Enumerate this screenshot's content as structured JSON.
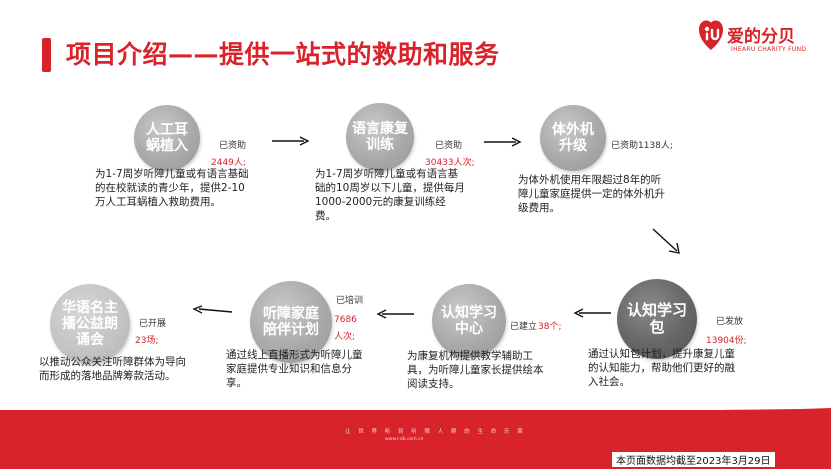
{
  "title": "项目介绍——提供一站式的救助和服务",
  "logo": {
    "name": "爱的分贝",
    "sub": "IHEARU CHARITY FUND"
  },
  "colors": {
    "brand_red": "#d8232a",
    "circle_gray": "#a9a9a9"
  },
  "items": [
    {
      "circle": "人工耳蜗植入",
      "note_label": "已资助",
      "note_value": "2449人;",
      "desc": "为1-7周岁听障儿童或有语言基础的在校就读的青少年，提供2-10万人工耳蜗植入救助费用。"
    },
    {
      "circle": "语言康复训练",
      "note_label": "已资助",
      "note_value": "30433人次;",
      "desc": "为1-7周岁听障儿童或有语言基础的10周岁以下儿童，提供每月1000-2000元的康复训练经费。"
    },
    {
      "circle": "体外机升级",
      "note_label": "已资助1138人;",
      "note_value": "",
      "desc": "为体外机使用年限超过8年的听障儿童家庭提供一定的体外机升级费用。"
    },
    {
      "circle": "认知学习包",
      "note_label": "已发放",
      "note_value": "13904份;",
      "desc": "通过认知包计划，提升康复儿童的认知能力，帮助他们更好的融入社会。"
    },
    {
      "circle": "认知学习中心",
      "note_label": "已建立",
      "note_value": "38个;",
      "desc": "为康复机构提供教学辅助工具，为听障儿童家长提供绘本阅读支持。"
    },
    {
      "circle": "听障家庭陪伴计划",
      "note_label": "已培训",
      "note_value": "7686人次;",
      "desc": "通过线上直播形式为听障儿童家庭提供专业知识和信息分享。"
    },
    {
      "circle": "华语名主播公益朗诵会",
      "note_label": "已开展",
      "note_value": "23场;",
      "desc": "以推动公众关注听障群体为导向而形成的落地品牌筹款活动。"
    }
  ],
  "footer": {
    "slogan": "让 世 界 听 到 听 障 人 群 的 生 命 乐 章",
    "url": "www.i-db.com.cn",
    "note": "本页面数据均截至2023年3月29日"
  }
}
